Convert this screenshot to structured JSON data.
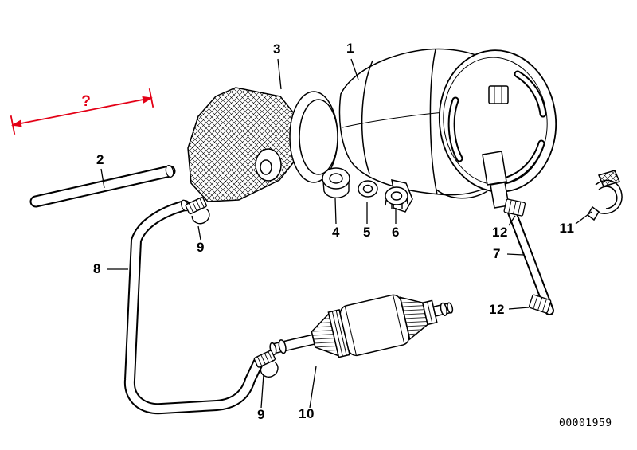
{
  "diagram": {
    "background_color": "#ffffff",
    "line_color": "#000000",
    "accent_color": "#e30016",
    "drawing_number": "00001959",
    "dimension_label": "?",
    "callouts": [
      {
        "id": "3"
      },
      {
        "id": "1"
      },
      {
        "id": "2"
      },
      {
        "id": "4"
      },
      {
        "id": "5"
      },
      {
        "id": "6"
      },
      {
        "id": "9"
      },
      {
        "id": "8"
      },
      {
        "id": "12"
      },
      {
        "id": "7"
      },
      {
        "id": "11"
      },
      {
        "id": "12"
      },
      {
        "id": "9"
      },
      {
        "id": "10"
      }
    ]
  }
}
